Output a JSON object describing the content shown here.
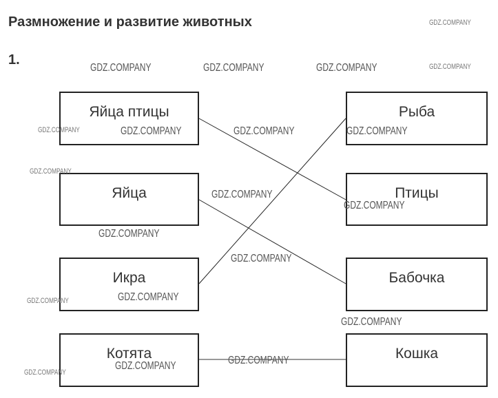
{
  "title": "Размножение и развитие животных",
  "task_number": "1.",
  "watermark": "GDZ.COMPANY",
  "left_items": [
    "Яйца птицы",
    "Яйца",
    "Икра",
    "Котята"
  ],
  "right_items": [
    "Рыба",
    "Птицы",
    "Бабочка",
    "Кошка"
  ],
  "connections": [
    {
      "from": "Яйца птицы",
      "to": "Птицы"
    },
    {
      "from": "Яйца",
      "to": "Бабочка"
    },
    {
      "from": "Икра",
      "to": "Рыба"
    },
    {
      "from": "Котята",
      "to": "Кошка"
    }
  ]
}
